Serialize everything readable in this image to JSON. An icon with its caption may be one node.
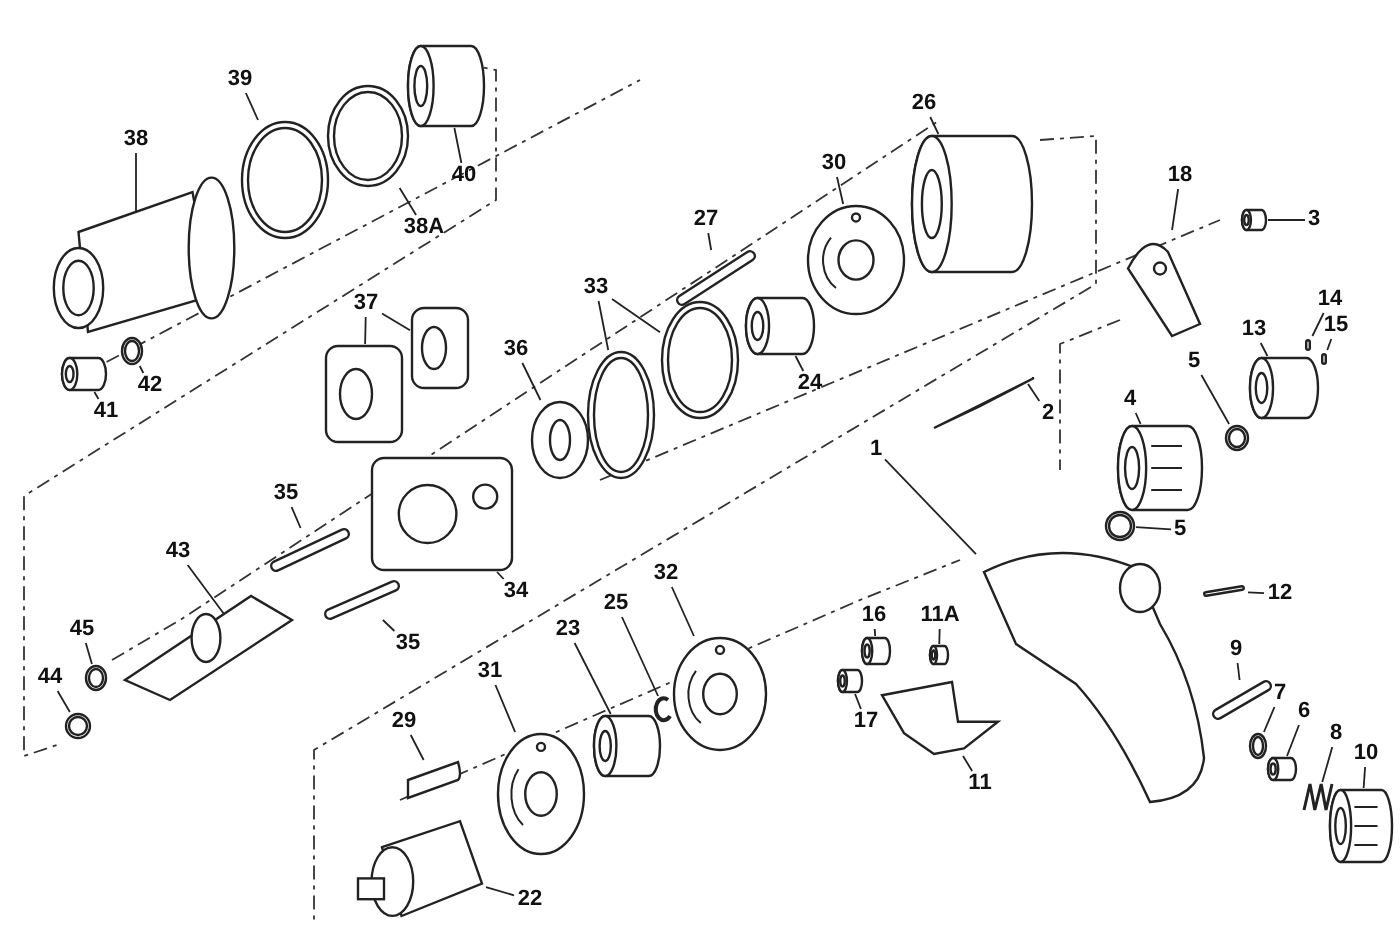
{
  "diagram": {
    "nodes": [
      {
        "text": [
          "38"
        ]
      },
      {
        "text": [],
        "shape": "picture"
      },
      {
        "text": [
          "39"
        ]
      },
      {
        "text": [],
        "shape": "picture"
      },
      {
        "text": [
          "38A"
        ]
      },
      {
        "text": [],
        "shape": "picture"
      },
      {
        "text": [
          "40"
        ]
      },
      {
        "text": [],
        "shape": "picture"
      },
      {
        "text": [
          "41"
        ]
      },
      {
        "text": [],
        "shape": "picture"
      },
      {
        "text": [
          "42"
        ]
      },
      {
        "text": [],
        "shape": "picture"
      },
      {
        "text": [
          "37"
        ]
      },
      {
        "text": [],
        "shape": "picture"
      },
      {
        "text": [],
        "shape": "picture"
      },
      {
        "text": [
          "33"
        ]
      },
      {
        "text": [],
        "shape": "picture"
      },
      {
        "text": [],
        "shape": "picture"
      },
      {
        "text": [
          "36"
        ]
      },
      {
        "text": [],
        "shape": "picture"
      },
      {
        "text": [
          "27"
        ]
      },
      {
        "text": [],
        "shape": "picture"
      },
      {
        "text": [
          "24"
        ]
      },
      {
        "text": [],
        "shape": "picture"
      },
      {
        "text": [
          "30"
        ]
      },
      {
        "text": [],
        "shape": "picture"
      },
      {
        "text": [
          "26"
        ]
      },
      {
        "text": [],
        "shape": "picture"
      },
      {
        "text": [
          "18"
        ]
      },
      {
        "text": [],
        "shape": "picture"
      },
      {
        "text": [
          "3"
        ]
      },
      {
        "text": [],
        "shape": "picture"
      },
      {
        "text": [
          "2"
        ]
      },
      {
        "text": [],
        "shape": "picture"
      },
      {
        "text": [
          "1"
        ]
      },
      {
        "text": [],
        "shape": "picture"
      },
      {
        "text": [
          "14"
        ]
      },
      {
        "text": [],
        "shape": "picture"
      },
      {
        "text": [
          "15"
        ]
      },
      {
        "text": [],
        "shape": "picture"
      },
      {
        "text": [
          "13"
        ]
      },
      {
        "text": [],
        "shape": "picture"
      },
      {
        "text": [
          "5"
        ]
      },
      {
        "text": [],
        "shape": "picture"
      },
      {
        "text": [
          "4"
        ]
      },
      {
        "text": [],
        "shape": "picture"
      },
      {
        "text": [
          "5"
        ]
      },
      {
        "text": [],
        "shape": "picture"
      },
      {
        "text": [
          "12"
        ]
      },
      {
        "text": [],
        "shape": "picture"
      },
      {
        "text": [
          "16"
        ]
      },
      {
        "text": [],
        "shape": "picture"
      },
      {
        "text": [
          "17"
        ]
      },
      {
        "text": [],
        "shape": "picture"
      },
      {
        "text": [
          "11A"
        ]
      },
      {
        "text": [],
        "shape": "picture"
      },
      {
        "text": [
          "11"
        ]
      },
      {
        "text": [],
        "shape": "picture"
      },
      {
        "text": [
          "9"
        ]
      },
      {
        "text": [],
        "shape": "picture"
      },
      {
        "text": [
          "7"
        ]
      },
      {
        "text": [],
        "shape": "picture"
      },
      {
        "text": [
          "6"
        ]
      },
      {
        "text": [],
        "shape": "picture"
      },
      {
        "text": [
          "8"
        ]
      },
      {
        "text": [],
        "shape": "picture"
      },
      {
        "text": [
          "10"
        ]
      },
      {
        "text": [],
        "shape": "picture"
      },
      {
        "text": [
          "35"
        ]
      },
      {
        "text": [],
        "shape": "picture"
      },
      {
        "text": [
          "35"
        ]
      },
      {
        "text": [],
        "shape": "picture"
      },
      {
        "text": [
          "34"
        ]
      },
      {
        "text": [],
        "shape": "picture"
      },
      {
        "text": [
          "43"
        ]
      },
      {
        "text": [],
        "shape": "picture"
      },
      {
        "text": [
          "45"
        ]
      },
      {
        "text": [],
        "shape": "picture"
      },
      {
        "text": [
          "44"
        ]
      },
      {
        "text": [],
        "shape": "picture"
      },
      {
        "text": [
          "32"
        ]
      },
      {
        "text": [],
        "shape": "picture"
      },
      {
        "text": [
          "25"
        ]
      },
      {
        "text": [],
        "shape": "picture"
      },
      {
        "text": [
          "23"
        ]
      },
      {
        "text": [],
        "shape": "picture"
      },
      {
        "text": [
          "31"
        ]
      },
      {
        "text": [],
        "shape": "picture"
      },
      {
        "text": [
          "29"
        ]
      },
      {
        "text": [],
        "shape": "picture"
      },
      {
        "text": [
          "22"
        ]
      },
      {
        "text": [],
        "shape": "picture"
      }
    ],
    "edges": [
      {
        "from": 0,
        "to": 1,
        "arrow": "none"
      },
      {
        "from": 2,
        "to": 3,
        "arrow": "none"
      },
      {
        "from": 4,
        "to": 5,
        "arrow": "none"
      },
      {
        "from": 6,
        "to": 7,
        "arrow": "none"
      },
      {
        "from": 8,
        "to": 9,
        "arrow": "none"
      },
      {
        "from": 10,
        "to": 11,
        "arrow": "none"
      },
      {
        "from": 12,
        "to": 13,
        "arrow": "none"
      },
      {
        "from": 12,
        "to": 14,
        "arrow": "none"
      },
      {
        "from": 15,
        "to": 16,
        "arrow": "none"
      },
      {
        "from": 15,
        "to": 17,
        "arrow": "none"
      },
      {
        "from": 18,
        "to": 19,
        "arrow": "none"
      },
      {
        "from": 20,
        "to": 21,
        "arrow": "none"
      },
      {
        "from": 22,
        "to": 23,
        "arrow": "none"
      },
      {
        "from": 24,
        "to": 25,
        "arrow": "none"
      },
      {
        "from": 26,
        "to": 27,
        "arrow": "none"
      },
      {
        "from": 28,
        "to": 29,
        "arrow": "none"
      },
      {
        "from": 30,
        "to": 31,
        "arrow": "none"
      },
      {
        "from": 32,
        "to": 33,
        "arrow": "none"
      },
      {
        "from": 34,
        "to": 35,
        "arrow": "none"
      },
      {
        "from": 36,
        "to": 37,
        "arrow": "none"
      },
      {
        "from": 38,
        "to": 39,
        "arrow": "none"
      },
      {
        "from": 40,
        "to": 41,
        "arrow": "none"
      },
      {
        "from": 42,
        "to": 43,
        "arrow": "none"
      },
      {
        "from": 44,
        "to": 45,
        "arrow": "none"
      },
      {
        "from": 46,
        "to": 47,
        "arrow": "none"
      },
      {
        "from": 48,
        "to": 49,
        "arrow": "none"
      },
      {
        "from": 50,
        "to": 51,
        "arrow": "none"
      },
      {
        "from": 52,
        "to": 53,
        "arrow": "none"
      },
      {
        "from": 54,
        "to": 55,
        "arrow": "none"
      },
      {
        "from": 56,
        "to": 57,
        "arrow": "none"
      },
      {
        "from": 58,
        "to": 59,
        "arrow": "none"
      },
      {
        "from": 60,
        "to": 61,
        "arrow": "none"
      },
      {
        "from": 62,
        "to": 63,
        "arrow": "none"
      },
      {
        "from": 64,
        "to": 65,
        "arrow": "none"
      },
      {
        "from": 66,
        "to": 67,
        "arrow": "none"
      },
      {
        "from": 68,
        "to": 69,
        "arrow": "none"
      },
      {
        "from": 70,
        "to": 71,
        "arrow": "none"
      },
      {
        "from": 72,
        "to": 73,
        "arrow": "none"
      },
      {
        "from": 74,
        "to": 75,
        "arrow": "none"
      },
      {
        "from": 76,
        "to": 77,
        "arrow": "none"
      },
      {
        "from": 78,
        "to": 79,
        "arrow": "none"
      },
      {
        "from": 80,
        "to": 81,
        "arrow": "none"
      },
      {
        "from": 82,
        "to": 83,
        "arrow": "none"
      },
      {
        "from": 84,
        "to": 85,
        "arrow": "none"
      },
      {
        "from": 86,
        "to": 87,
        "arrow": "none"
      },
      {
        "from": 88,
        "to": 89,
        "arrow": "none"
      },
      {
        "from": 90,
        "to": 91,
        "arrow": "none"
      }
    ]
  }
}
